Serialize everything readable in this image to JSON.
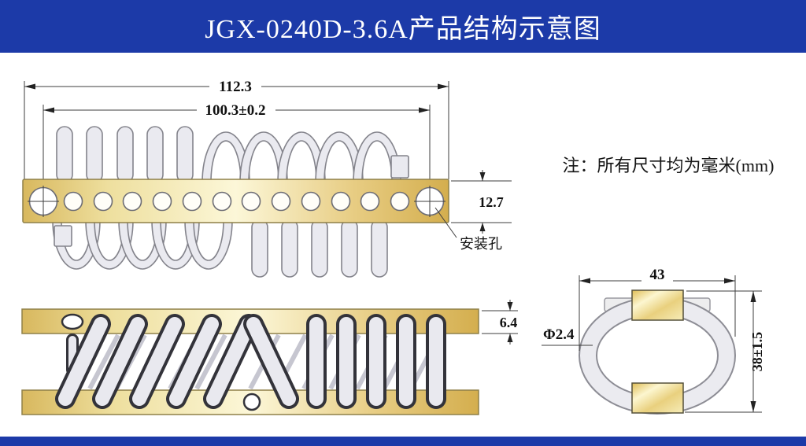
{
  "header": {
    "title": "JGX-0240D-3.6A产品结构示意图",
    "bg_color": "#1c3aa8",
    "text_color": "#ffffff"
  },
  "note": {
    "text": "注：所有尺寸均为毫米(mm)"
  },
  "top_view": {
    "dim_total_width": "112.3",
    "dim_hole_span": "100.3±0.2",
    "dim_bar_height": "12.7",
    "mounting_hole_label": "安装孔",
    "small_hole_count": 12,
    "mounting_hole_count": 2
  },
  "side_view": {
    "dim_bar_thickness": "6.4"
  },
  "end_view": {
    "dim_width": "43",
    "dim_wire_diameter": "Φ2.4",
    "dim_height": "38±1.5"
  },
  "colors": {
    "accent_blue": "#1c3aa8",
    "gold_dark": "#d4ae4e",
    "gold_light": "#fcf7d8",
    "wire_fill": "#eaeaf0",
    "wire_stroke": "#84848c",
    "dim_line": "#3d3d3d"
  }
}
